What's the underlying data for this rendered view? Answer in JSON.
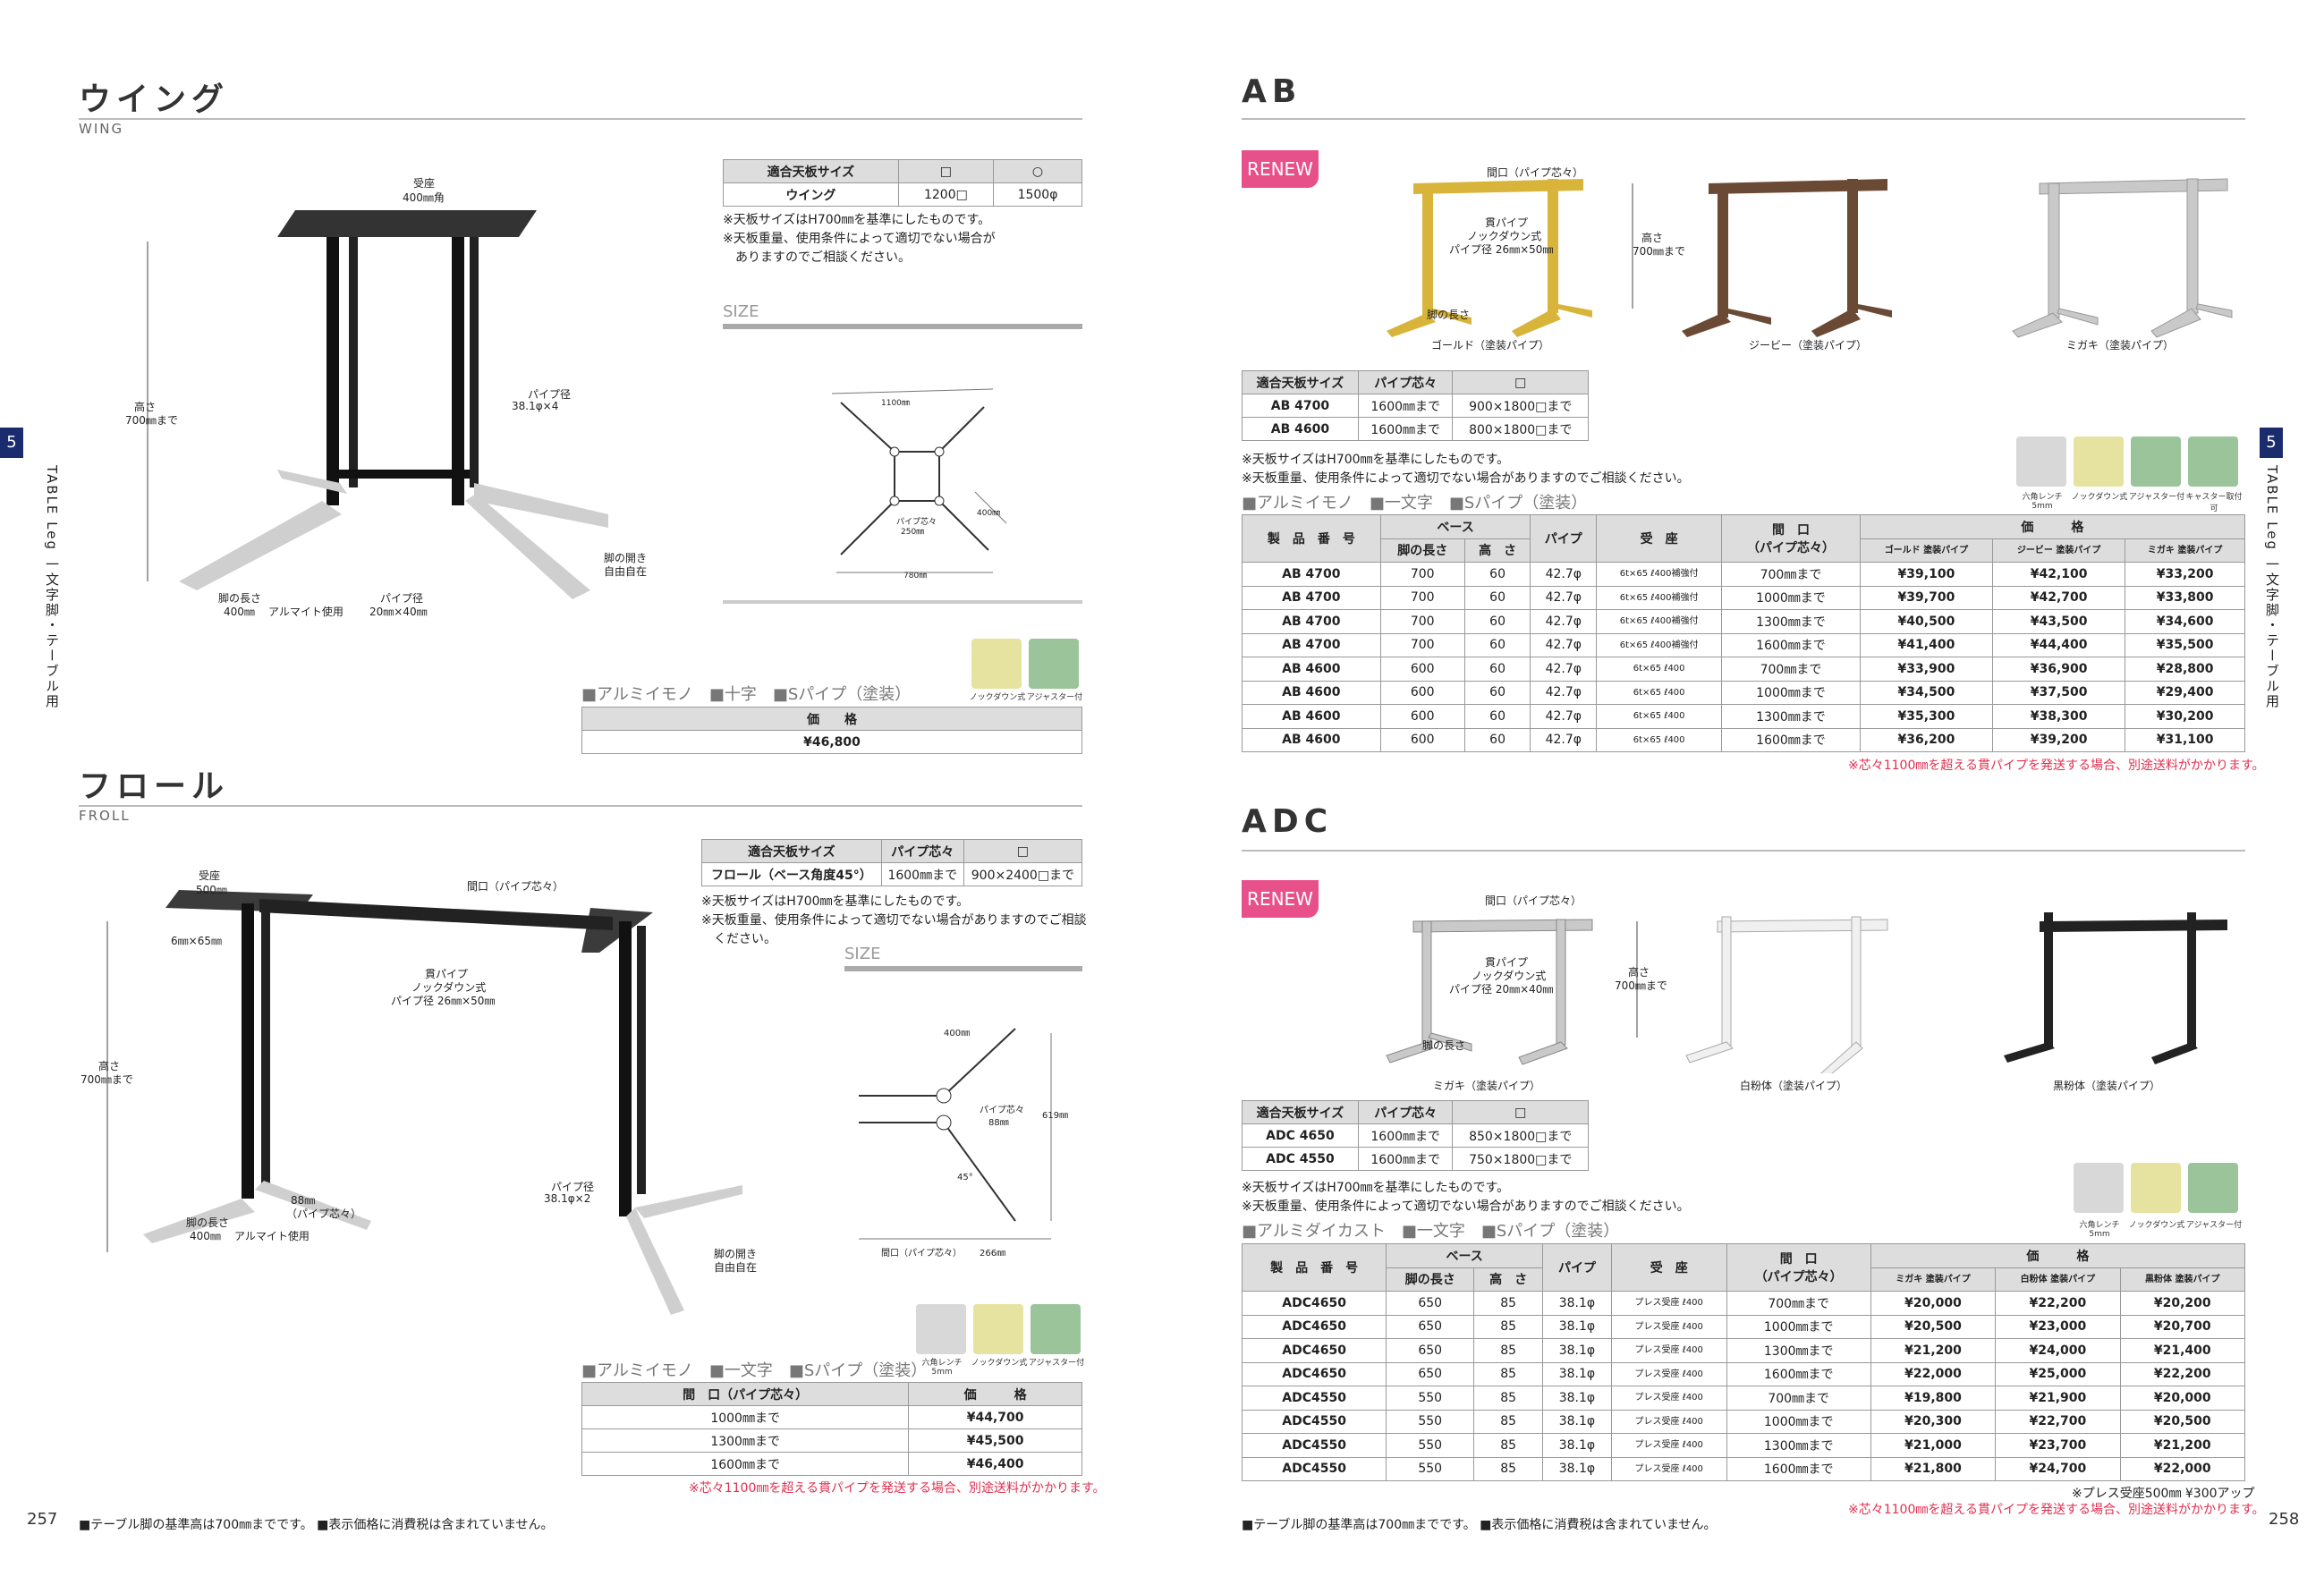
{
  "tab": {
    "number": "5",
    "label_left": "TABLE Leg 一文字脚・テーブル用",
    "label_right": "TABLE Leg 一文字脚・テーブル用"
  },
  "pages": {
    "left": "257",
    "right": "258"
  },
  "footer": {
    "left": "■テーブル脚の基準高は700㎜までです。 ■表示価格に消費税は含まれていません。",
    "right": "■テーブル脚の基準高は700㎜までです。 ■表示価格に消費税は含まれていません。"
  },
  "wing": {
    "title": "ウイング",
    "subtitle": "WING",
    "size_table": {
      "headers": [
        "適合天板サイズ",
        "□",
        "○"
      ],
      "row": [
        "ウイング",
        "1200□",
        "1500φ"
      ]
    },
    "notes": [
      "※天板サイズはH700㎜を基準にしたものです。",
      "※天板重量、使用条件によって適切でない場合が",
      "　ありますのでご相談ください。"
    ],
    "size_label": "SIZE",
    "labels": {
      "top": "受座",
      "top2": "400㎜角",
      "height": "高さ",
      "height2": "700㎜まで",
      "pipe": "パイプ径",
      "pipe2": "38.1φ×4",
      "leg": "脚の長さ",
      "leg2": "400㎜",
      "alu": "アルマイト使用",
      "pipe_b": "パイプ径",
      "pipe_b2": "20㎜×40㎜",
      "open": "脚の開き",
      "open2": "自由自在"
    },
    "diag": {
      "d1": "1100㎜",
      "d2": "400㎜",
      "d3": "パイプ芯々",
      "d4": "250㎜",
      "d5": "780㎜"
    },
    "material": "■アルミイモノ　■十字　■Sパイプ（塗装）",
    "icons": [
      "ノックダウン式",
      "アジャスター付"
    ],
    "price_header": "価　　格",
    "price": "¥46,800"
  },
  "froll": {
    "title": "フロール",
    "subtitle": "FROLL",
    "size_table": {
      "headers": [
        "適合天板サイズ",
        "パイプ芯々",
        "□"
      ],
      "row": [
        "フロール（ベース角度45°）",
        "1600㎜まで",
        "900×2400□まで"
      ]
    },
    "notes": [
      "※天板サイズはH700㎜を基準にしたものです。",
      "※天板重量、使用条件によって適切でない場合がありますのでご相談",
      "　ください。"
    ],
    "size_label": "SIZE",
    "labels": {
      "top": "受座",
      "top2": "500㎜",
      "open": "間口（パイプ芯々）",
      "plate": "6㎜×65㎜",
      "beam": "貫パイプ",
      "beam2": "ノックダウン式",
      "beam3": "パイプ径 26㎜×50㎜",
      "height": "高さ",
      "height2": "700㎜まで",
      "c88": "88㎜",
      "c88b": "（パイプ芯々）",
      "leg": "脚の長さ",
      "leg2": "400㎜",
      "alu": "アルマイト使用",
      "pipe": "パイプ径",
      "pipe2": "38.1φ×2",
      "spread": "脚の開き",
      "spread2": "自由自在"
    },
    "diag": {
      "d1": "400㎜",
      "d2": "パイプ芯々",
      "d3": "88㎜",
      "d4": "619㎜",
      "d5": "45°",
      "d6": "間口（パイプ芯々）",
      "d7": "266㎜"
    },
    "material": "■アルミイモノ　■一文字　■Sパイプ（塗装）",
    "icons": [
      "六角レンチ 5mm",
      "ノックダウン式",
      "アジャスター付"
    ],
    "price_headers": [
      "間　口（パイプ芯々）",
      "価　　　格"
    ],
    "prices": [
      [
        "1000㎜まで",
        "¥44,700"
      ],
      [
        "1300㎜まで",
        "¥45,500"
      ],
      [
        "1600㎜まで",
        "¥46,400"
      ]
    ],
    "note_red": "※芯々1100㎜を超える貫パイプを発送する場合、別途送料がかかります。"
  },
  "ab": {
    "title": "AB",
    "renew": "RENEW",
    "labels": {
      "open": "間口（パイプ芯々）",
      "beam": "貫パイプ",
      "beam2": "ノックダウン式",
      "beam3": "パイプ径 26㎜×50㎜",
      "height": "高さ",
      "height2": "700㎜まで",
      "leg": "脚の長さ"
    },
    "captions": [
      "ゴールド（塗装パイプ）",
      "ジービー（塗装パイプ）",
      "ミガキ（塗装パイプ）"
    ],
    "colors": {
      "gold": "#d9b43a",
      "gb": "#6b4a35",
      "migaki": "#c9c9c9"
    },
    "size_table": {
      "headers": [
        "適合天板サイズ",
        "パイプ芯々",
        "□"
      ],
      "rows": [
        [
          "AB 4700",
          "1600㎜まで",
          "900×1800□まで"
        ],
        [
          "AB 4600",
          "1600㎜まで",
          "800×1800□まで"
        ]
      ]
    },
    "notes": [
      "※天板サイズはH700㎜を基準にしたものです。",
      "※天板重量、使用条件によって適切でない場合がありますのでご相談ください。"
    ],
    "material": "■アルミイモノ　■一文字　■Sパイプ（塗装）",
    "icons": [
      "六角レンチ 5mm",
      "ノックダウン式",
      "アジャスター付",
      "キャスター取付可"
    ],
    "table": {
      "h_code": "製　品　番　号",
      "h_base": "ベース",
      "h_leg": "脚の長さ",
      "h_height": "高　さ",
      "h_pipe": "パイプ",
      "h_seat": "受　座",
      "h_open": "間　口",
      "h_open2": "（パイプ芯々）",
      "h_price": "価　　　格",
      "price_cols": [
        "ゴールド 塗装パイプ",
        "ジービー 塗装パイプ",
        "ミガキ 塗装パイプ"
      ],
      "rows": [
        [
          "AB 4700",
          "700",
          "60",
          "42.7φ",
          "6t×65 ℓ400補強付",
          "700㎜まで",
          "¥39,100",
          "¥42,100",
          "¥33,200"
        ],
        [
          "AB 4700",
          "700",
          "60",
          "42.7φ",
          "6t×65 ℓ400補強付",
          "1000㎜まで",
          "¥39,700",
          "¥42,700",
          "¥33,800"
        ],
        [
          "AB 4700",
          "700",
          "60",
          "42.7φ",
          "6t×65 ℓ400補強付",
          "1300㎜まで",
          "¥40,500",
          "¥43,500",
          "¥34,600"
        ],
        [
          "AB 4700",
          "700",
          "60",
          "42.7φ",
          "6t×65 ℓ400補強付",
          "1600㎜まで",
          "¥41,400",
          "¥44,400",
          "¥35,500"
        ],
        [
          "AB 4600",
          "600",
          "60",
          "42.7φ",
          "6t×65 ℓ400",
          "700㎜まで",
          "¥33,900",
          "¥36,900",
          "¥28,800"
        ],
        [
          "AB 4600",
          "600",
          "60",
          "42.7φ",
          "6t×65 ℓ400",
          "1000㎜まで",
          "¥34,500",
          "¥37,500",
          "¥29,400"
        ],
        [
          "AB 4600",
          "600",
          "60",
          "42.7φ",
          "6t×65 ℓ400",
          "1300㎜まで",
          "¥35,300",
          "¥38,300",
          "¥30,200"
        ],
        [
          "AB 4600",
          "600",
          "60",
          "42.7φ",
          "6t×65 ℓ400",
          "1600㎜まで",
          "¥36,200",
          "¥39,200",
          "¥31,100"
        ]
      ]
    },
    "note_red": "※芯々1100㎜を超える貫パイプを発送する場合、別途送料がかかります。"
  },
  "adc": {
    "title": "ADC",
    "renew": "RENEW",
    "labels": {
      "open": "間口（パイプ芯々）",
      "beam": "貫パイプ",
      "beam2": "ノックダウン式",
      "beam3": "パイプ径 20㎜×40㎜",
      "height": "高さ",
      "height2": "700㎜まで",
      "leg": "脚の長さ"
    },
    "captions": [
      "ミガキ（塗装パイプ）",
      "白粉体（塗装パイプ）",
      "黒粉体（塗装パイプ）"
    ],
    "size_table": {
      "headers": [
        "適合天板サイズ",
        "パイプ芯々",
        "□"
      ],
      "rows": [
        [
          "ADC 4650",
          "1600㎜まで",
          "850×1800□まで"
        ],
        [
          "ADC 4550",
          "1600㎜まで",
          "750×1800□まで"
        ]
      ]
    },
    "notes": [
      "※天板サイズはH700㎜を基準にしたものです。",
      "※天板重量、使用条件によって適切でない場合がありますのでご相談ください。"
    ],
    "material": "■アルミダイカスト　■一文字　■Sパイプ（塗装）",
    "icons": [
      "六角レンチ 5mm",
      "ノックダウン式",
      "アジャスター付"
    ],
    "table": {
      "h_code": "製　品　番　号",
      "h_base": "ベース",
      "h_leg": "脚の長さ",
      "h_height": "高　さ",
      "h_pipe": "パイプ",
      "h_seat": "受　座",
      "h_open": "間　口",
      "h_open2": "（パイプ芯々）",
      "h_price": "価　　　格",
      "price_cols": [
        "ミガキ 塗装パイプ",
        "白粉体 塗装パイプ",
        "黒粉体 塗装パイプ"
      ],
      "rows": [
        [
          "ADC4650",
          "650",
          "85",
          "38.1φ",
          "プレス受座 ℓ400",
          "700㎜まで",
          "¥20,000",
          "¥22,200",
          "¥20,200"
        ],
        [
          "ADC4650",
          "650",
          "85",
          "38.1φ",
          "プレス受座 ℓ400",
          "1000㎜まで",
          "¥20,500",
          "¥23,000",
          "¥20,700"
        ],
        [
          "ADC4650",
          "650",
          "85",
          "38.1φ",
          "プレス受座 ℓ400",
          "1300㎜まで",
          "¥21,200",
          "¥24,000",
          "¥21,400"
        ],
        [
          "ADC4650",
          "650",
          "85",
          "38.1φ",
          "プレス受座 ℓ400",
          "1600㎜まで",
          "¥22,000",
          "¥25,000",
          "¥22,200"
        ],
        [
          "ADC4550",
          "550",
          "85",
          "38.1φ",
          "プレス受座 ℓ400",
          "700㎜まで",
          "¥19,800",
          "¥21,900",
          "¥20,000"
        ],
        [
          "ADC4550",
          "550",
          "85",
          "38.1φ",
          "プレス受座 ℓ400",
          "1000㎜まで",
          "¥20,300",
          "¥22,700",
          "¥20,500"
        ],
        [
          "ADC4550",
          "550",
          "85",
          "38.1φ",
          "プレス受座 ℓ400",
          "1300㎜まで",
          "¥21,000",
          "¥23,700",
          "¥21,200"
        ],
        [
          "ADC4550",
          "550",
          "85",
          "38.1φ",
          "プレス受座 ℓ400",
          "1600㎜まで",
          "¥21,800",
          "¥24,700",
          "¥22,000"
        ]
      ]
    },
    "note_press": "※プレス受座500㎜ ¥300アップ",
    "note_red": "※芯々1100㎜を超える貫パイプを発送する場合、別途送料がかかります。"
  }
}
